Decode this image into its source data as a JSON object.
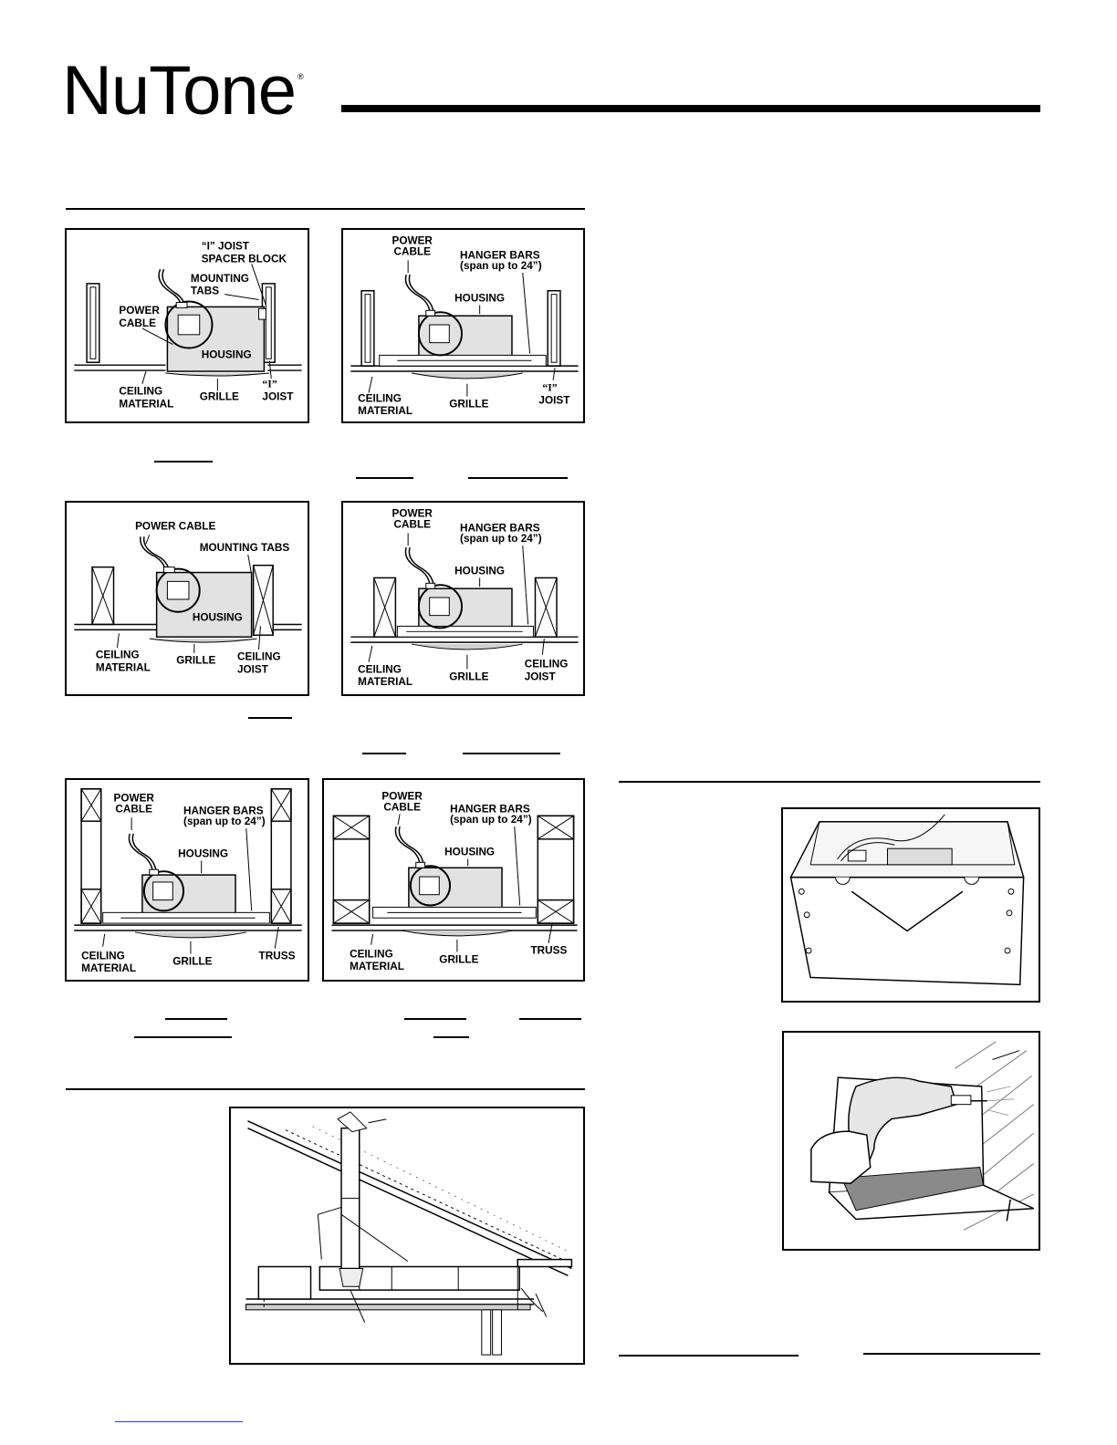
{
  "brand": {
    "name": "NuTone",
    "reg": "®"
  },
  "figures": {
    "ijoist_mount": {
      "power_cable": [
        "POWER",
        "CABLE"
      ],
      "spacer": [
        "“I” JOIST",
        "SPACER BLOCK"
      ],
      "tabs": [
        "MOUNTING",
        "TABS"
      ],
      "housing": "HOUSING",
      "ceiling": [
        "CEILING",
        "MATERIAL"
      ],
      "grille": "GRILLE",
      "joist": [
        "“I”",
        "JOIST"
      ]
    },
    "ijoist_hanger": {
      "power_cable": [
        "POWER",
        "CABLE"
      ],
      "hanger": [
        "HANGER BARS",
        "(span up to 24”)"
      ],
      "housing": "HOUSING",
      "ceiling": [
        "CEILING",
        "MATERIAL"
      ],
      "grille": "GRILLE",
      "joist": [
        "“I”",
        "JOIST"
      ]
    },
    "joist_mount": {
      "power_cable": "POWER CABLE",
      "tabs": "MOUNTING TABS",
      "housing": "HOUSING",
      "ceiling": [
        "CEILING",
        "MATERIAL"
      ],
      "grille": "GRILLE",
      "joist": [
        "CEILING",
        "JOIST"
      ]
    },
    "joist_hanger": {
      "power_cable": [
        "POWER",
        "CABLE"
      ],
      "hanger": [
        "HANGER BARS",
        "(span up to 24”)"
      ],
      "housing": "HOUSING",
      "ceiling": [
        "CEILING",
        "MATERIAL"
      ],
      "grille": "GRILLE",
      "joist": [
        "CEILING",
        "JOIST"
      ]
    },
    "truss_a": {
      "power_cable": [
        "POWER",
        "CABLE"
      ],
      "hanger": [
        "HANGER BARS",
        "(span up to 24”)"
      ],
      "housing": "HOUSING",
      "ceiling": [
        "CEILING",
        "MATERIAL"
      ],
      "grille": "GRILLE",
      "truss": "TRUSS"
    },
    "truss_b": {
      "power_cable": [
        "POWER",
        "CABLE"
      ],
      "hanger": [
        "HANGER BARS",
        "(span up to 24”)"
      ],
      "housing": "HOUSING",
      "ceiling": [
        "CEILING",
        "MATERIAL"
      ],
      "grille": "GRILLE",
      "truss": "TRUSS"
    }
  }
}
